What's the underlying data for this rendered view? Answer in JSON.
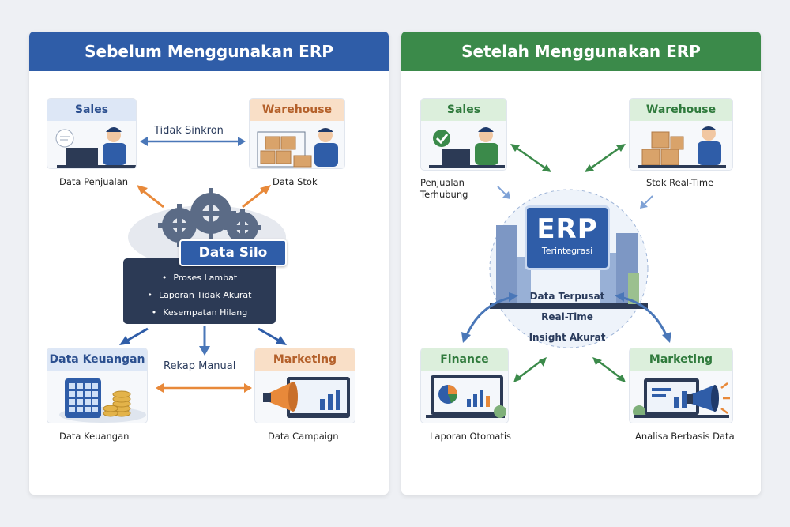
{
  "left_panel": {
    "header": "Sebelum Menggunakan ERP",
    "sales": {
      "title": "Sales",
      "caption": "Data Penjualan"
    },
    "warehouse": {
      "title": "Warehouse",
      "caption": "Data Stok"
    },
    "sync_label": "Tidak Sinkron",
    "silo": {
      "title": "Data Silo",
      "items": [
        "Proses Lambat",
        "Laporan Tidak Akurat",
        "Kesempatan Hilang"
      ]
    },
    "finance": {
      "title": "Data Keuangan",
      "caption": "Data Keuangan"
    },
    "marketing": {
      "title": "Marketing",
      "caption": "Data Campaign"
    },
    "recap_label": "Rekap Manual"
  },
  "right_panel": {
    "header": "Setelah Menggunakan ERP",
    "sales": {
      "title": "Sales",
      "caption_line1": "Penjualan",
      "caption_line2": "Terhubung"
    },
    "warehouse": {
      "title": "Warehouse",
      "caption": "Stok Real-Time"
    },
    "erp": {
      "title": "ERP",
      "subtitle": "Terintegrasi"
    },
    "center_lines": [
      "Data Terpusat",
      "Real-Time",
      "Insight Akurat"
    ],
    "finance": {
      "title": "Finance",
      "caption": "Laporan Otomatis"
    },
    "marketing": {
      "title": "Marketing",
      "caption": "Analisa Berbasis Data"
    }
  },
  "colors": {
    "blue": "#2f5da8",
    "green": "#3b8a4a",
    "orange": "#e8893a",
    "dark": "#2c3a55"
  }
}
